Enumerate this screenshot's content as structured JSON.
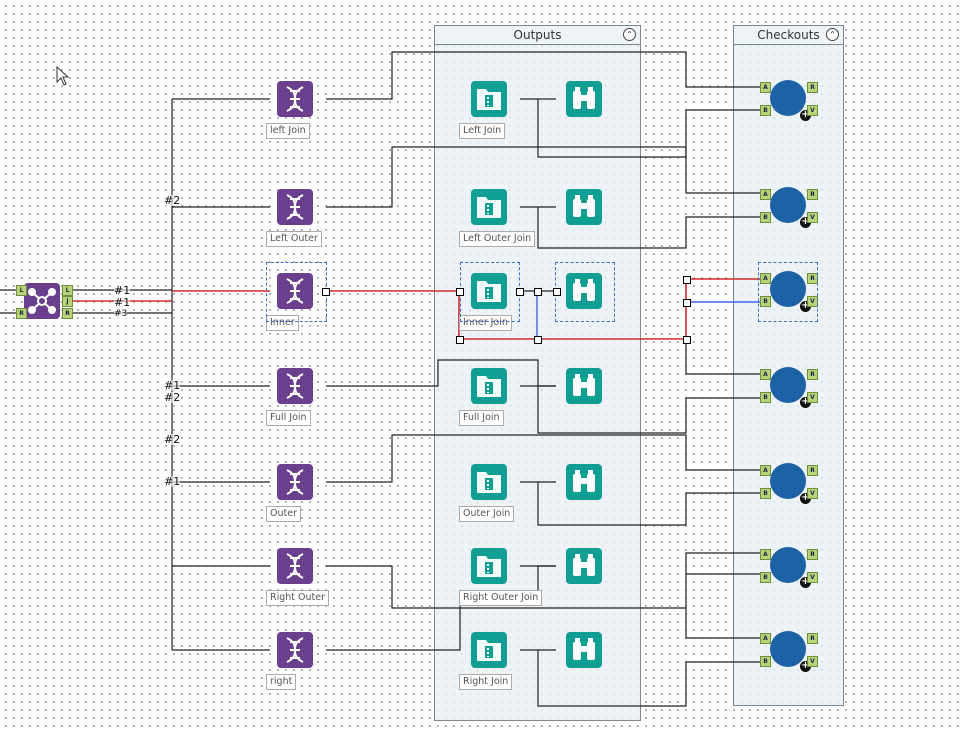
{
  "containers": {
    "outputs": {
      "title": "Outputs"
    },
    "checkouts": {
      "title": "Checkouts"
    }
  },
  "join_tools": [
    {
      "label": "left Join"
    },
    {
      "label": "Left Outer"
    },
    {
      "label": "Inner"
    },
    {
      "label": "Full Join"
    },
    {
      "label": "Outer"
    },
    {
      "label": "Right Outer"
    },
    {
      "label": "right"
    }
  ],
  "output_tools": [
    {
      "label": "Left Join"
    },
    {
      "label": "Left Outer Join"
    },
    {
      "label": "Inner Join"
    },
    {
      "label": "Full Join"
    },
    {
      "label": "Outer Join"
    },
    {
      "label": "Right Outer Join"
    },
    {
      "label": "Right Join"
    }
  ],
  "join_anchors": {
    "left": "L",
    "join": "J",
    "right": "R"
  },
  "check_anchors": {
    "a": "A",
    "b": "B",
    "r": "R",
    "v": "V"
  },
  "wire_labels": {
    "n1": "#1",
    "n2": "#2",
    "n3": "#3"
  },
  "colors": {
    "purple": "#6a3f8e",
    "teal": "#119f94",
    "blue": "#1e62a6",
    "selected_wire": "#d22a2a",
    "b_wire": "#4466ee"
  },
  "icons": {
    "join": "dna-helix-icon",
    "output": "output-folder-icon",
    "browse": "binoculars-icon",
    "check": "circle-check-icon",
    "multi_join": "multi-join-icon"
  }
}
